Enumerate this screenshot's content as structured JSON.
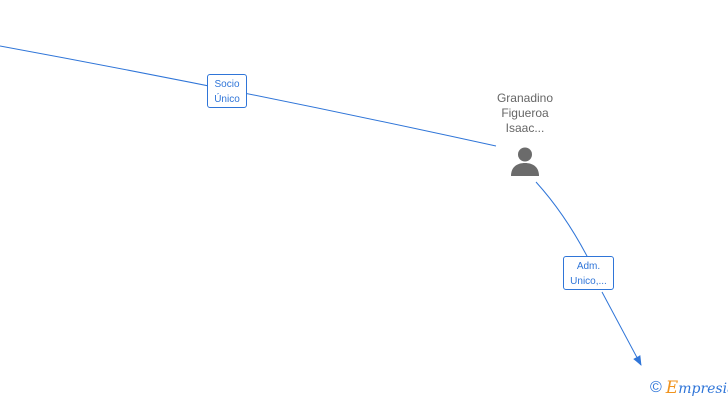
{
  "node": {
    "name_lines": [
      "Granadino",
      "Figueroa",
      "Isaac..."
    ],
    "icon": "person-icon"
  },
  "edges": {
    "socio": {
      "lines": [
        "Socio",
        "Único"
      ]
    },
    "adm": {
      "lines": [
        "Adm.",
        "Unico,..."
      ]
    }
  },
  "watermark": {
    "symbol": "©",
    "brand_first": "E",
    "brand_rest": "mpresia"
  },
  "colors": {
    "edge": "#2f75d8",
    "node_text": "#666666",
    "icon": "#6b6b6b",
    "brand_accent": "#f0931e"
  }
}
